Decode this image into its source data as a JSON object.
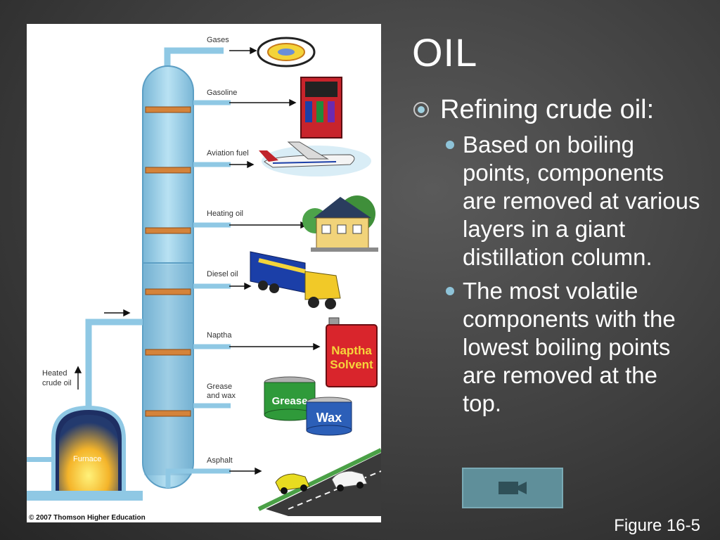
{
  "slide": {
    "title": "OIL",
    "bullet": "Refining crude oil:",
    "sub_bullets": [
      "Based on boiling points, components are removed at various layers in a giant distillation column.",
      "The most volatile components with the lowest boiling points are removed at the top."
    ],
    "figure_caption": "Figure 16-5"
  },
  "diagram": {
    "labels": {
      "gases": "Gases",
      "gasoline": "Gasoline",
      "aviation_fuel": "Aviation fuel",
      "heating_oil": "Heating oil",
      "diesel_oil": "Diesel oil",
      "naptha": "Naptha",
      "grease_line1": "Grease",
      "grease_line2": "and wax",
      "asphalt": "Asphalt",
      "heated_line1": "Heated",
      "heated_line2": "crude oil",
      "furnace": "Furnace"
    },
    "product_text": {
      "naptha_line1": "Naptha",
      "naptha_line2": "Solvent",
      "grease_can": "Grease",
      "wax_can": "Wax"
    },
    "copyright": "© 2007 Thomson Higher Education"
  },
  "icons": {
    "video_button": "video-camera-icon"
  },
  "colors": {
    "column": "#9fd3ea",
    "trays": "#d4833a",
    "furnace_flame": "#f7d43a",
    "video_button": "#5f8f9a"
  }
}
